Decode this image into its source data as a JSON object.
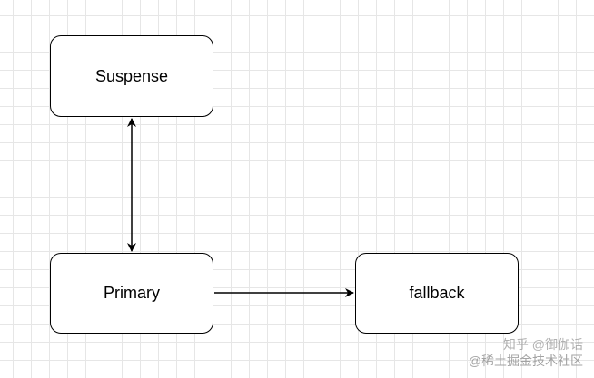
{
  "diagram": {
    "nodes": {
      "suspense": {
        "label": "Suspense"
      },
      "primary": {
        "label": "Primary"
      },
      "fallback": {
        "label": "fallback"
      }
    },
    "edges": [
      {
        "from": "suspense",
        "to": "primary",
        "direction": "both"
      },
      {
        "from": "primary",
        "to": "fallback",
        "direction": "forward"
      }
    ]
  },
  "watermark": {
    "line1": "知乎 @御伽话",
    "line2": "@稀土掘金技术社区"
  },
  "colors": {
    "stroke": "#000000",
    "node_fill": "#ffffff",
    "grid": "#e6e6e6",
    "background": "#ffffff",
    "watermark": "#969696"
  }
}
